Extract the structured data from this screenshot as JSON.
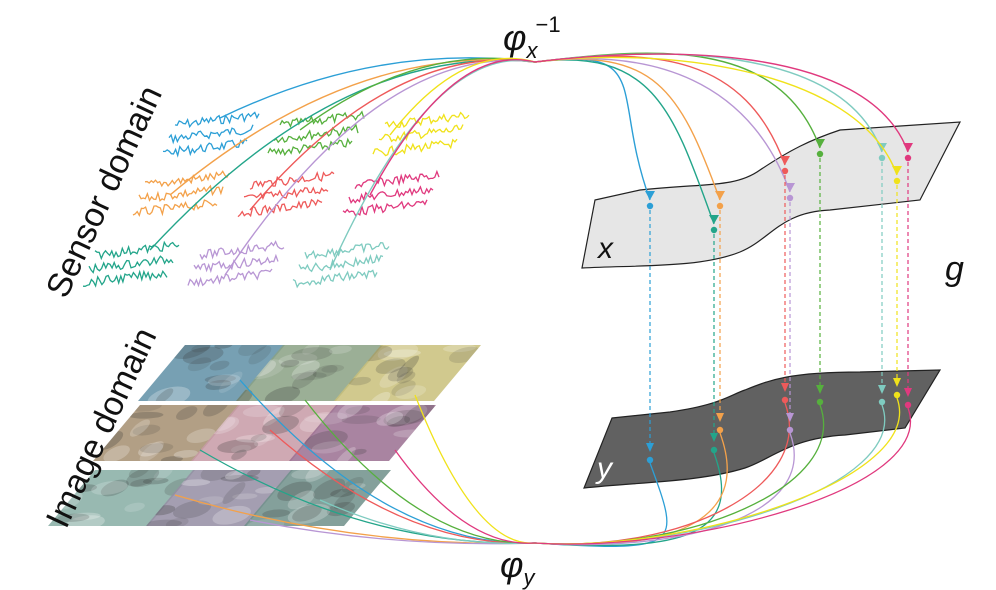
{
  "labels": {
    "phi_x_inv_base": "φ",
    "phi_x_inv_sub": "x",
    "phi_x_inv_sup": "−1",
    "phi_y_base": "φ",
    "phi_y_sub": "y",
    "g": "g",
    "x": "x",
    "y": "y",
    "sensor_domain": "Sensor domain",
    "image_domain": "Image domain"
  },
  "colors": {
    "blue": "#2c9fd6",
    "orange": "#f3a14a",
    "teal": "#23a58a",
    "red": "#ee5a5a",
    "lavender": "#b896d4",
    "green": "#56b03d",
    "mint": "#7fcbc0",
    "yellow": "#f0e21a",
    "magenta": "#e0397e",
    "manifold_x_fill": "#e6e6e6",
    "manifold_y_fill": "#616161"
  },
  "sensor_rows": [
    [
      "blue",
      "green",
      "yellow"
    ],
    [
      "orange",
      "red",
      "magenta"
    ],
    [
      "teal",
      "lavender",
      "mint"
    ]
  ],
  "image_tiles": [
    {
      "name": "lake-image",
      "tint": "#5f8fa6"
    },
    {
      "name": "animal-image",
      "tint": "#8aa184"
    },
    {
      "name": "ship-image",
      "tint": "#c9c07a"
    },
    {
      "name": "bison-image",
      "tint": "#a58e70"
    },
    {
      "name": "mountain-image",
      "tint": "#c79aa6"
    },
    {
      "name": "landscape-image",
      "tint": "#9a6e90"
    },
    {
      "name": "tiger-image",
      "tint": "#86ada3"
    },
    {
      "name": "flower-image",
      "tint": "#948da3"
    },
    {
      "name": "forest-image",
      "tint": "#6f8f8a"
    }
  ],
  "mappings": [
    {
      "color": "blue",
      "arrow_style": "solid"
    },
    {
      "color": "teal",
      "arrow_style": "solid"
    },
    {
      "color": "orange",
      "arrow_style": "solid"
    },
    {
      "color": "red",
      "arrow_style": "solid"
    },
    {
      "color": "lavender",
      "arrow_style": "solid"
    },
    {
      "color": "green",
      "arrow_style": "solid"
    },
    {
      "color": "mint",
      "arrow_style": "solid"
    },
    {
      "color": "yellow",
      "arrow_style": "solid"
    },
    {
      "color": "magenta",
      "arrow_style": "solid"
    }
  ]
}
